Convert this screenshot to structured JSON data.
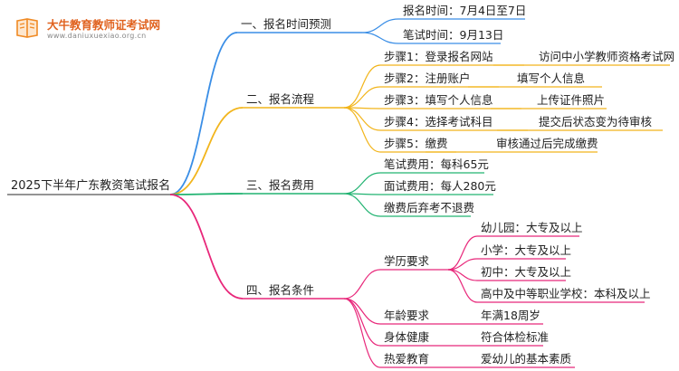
{
  "brand": {
    "name": "大牛教育教师证考试网",
    "url": "www.daniuxuexiao.org.cn"
  },
  "root": "2025下半年广东教资笔试报名",
  "colors": {
    "blue": "#3a8ee6",
    "orange": "#f2b51c",
    "green": "#21b371",
    "pink": "#e8277a",
    "logo": "#f08a24"
  },
  "branches": [
    {
      "label": "一、报名时间预测",
      "items": [
        {
          "text": "报名时间：7月4日至7日",
          "note": ""
        },
        {
          "text": "笔试时间：9月13日",
          "note": ""
        }
      ]
    },
    {
      "label": "二、报名流程",
      "items": [
        {
          "text": "步骤1：登录报名网站",
          "note": "访问中小学教师资格考试网"
        },
        {
          "text": "步骤2：注册账户",
          "note": "填写个人信息"
        },
        {
          "text": "步骤3：填写个人信息",
          "note": "上传证件照片"
        },
        {
          "text": "步骤4：选择考试科目",
          "note": "提交后状态变为待审核"
        },
        {
          "text": "步骤5：缴费",
          "note": "审核通过后完成缴费"
        }
      ]
    },
    {
      "label": "三、报名费用",
      "items": [
        {
          "text": "笔试费用：每科65元",
          "note": ""
        },
        {
          "text": "面试费用：每人280元",
          "note": ""
        },
        {
          "text": "缴费后弃考不退费",
          "note": ""
        }
      ]
    },
    {
      "label": "四、报名条件",
      "items": [
        {
          "text": "学历要求",
          "note": "",
          "children": [
            "幼儿园：大专及以上",
            "小学：大专及以上",
            "初中：大专及以上",
            "高中及中等职业学校：本科及以上"
          ]
        },
        {
          "text": "年龄要求",
          "note": "年满18周岁"
        },
        {
          "text": "身体健康",
          "note": "符合体检标准"
        },
        {
          "text": "热爱教育",
          "note": "爱幼儿的基本素质"
        }
      ]
    }
  ]
}
